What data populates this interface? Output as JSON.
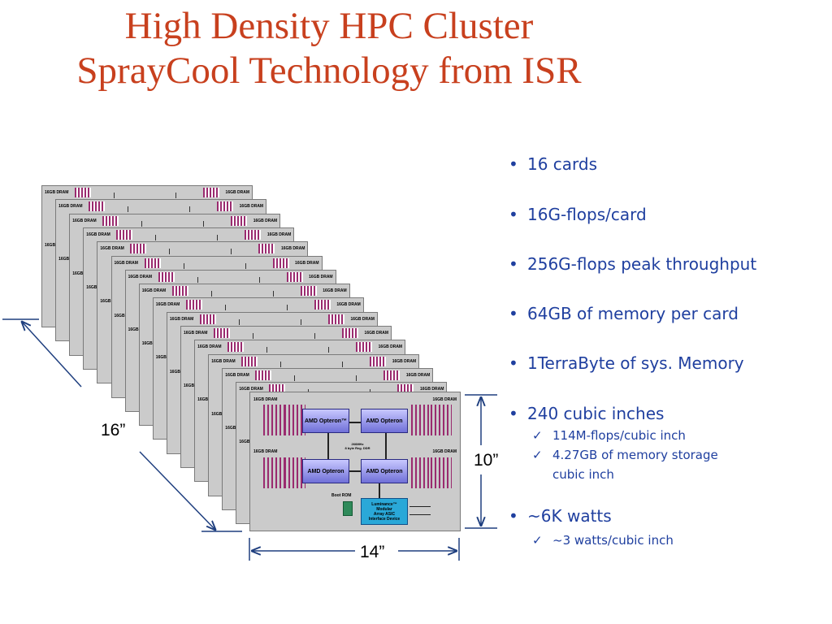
{
  "title": {
    "line1": "High Density HPC Cluster",
    "line2": "SprayCool Technology from ISR"
  },
  "colors": {
    "title": "#c8401e",
    "bullets": "#1f3f9f",
    "card": "#cbcbcb",
    "dimm": "#9a2b6f",
    "asic": "#2aa8d8"
  },
  "diagram": {
    "card_count": 16,
    "dram_label": "16GB DRAM",
    "processors": [
      "AMD Opteron™",
      "AMD Opteron",
      "AMD Opteron",
      "AMD Opteron"
    ],
    "memory_note_1": "266MHz",
    "memory_note_2": "8 byte Reg. DDR",
    "boot_rom": "Boot ROM",
    "asic_lines": [
      "Luminance™",
      "Modular",
      "Array ASIC",
      "Interface Device"
    ],
    "dimensions": {
      "depth": "16”",
      "height": "10”",
      "width": "14”"
    }
  },
  "bullets": [
    {
      "text": "16 cards"
    },
    {
      "text": "16G-flops/card"
    },
    {
      "text": "256G-flops peak throughput"
    },
    {
      "text": "64GB of memory per card"
    },
    {
      "text": "1TerraByte of sys. Memory"
    },
    {
      "text": "240 cubic inches"
    },
    {
      "text": "~6K watts"
    }
  ],
  "sub_bullets": {
    "cubic": [
      "114M-flops/cubic inch",
      "4.27GB of memory storage",
      "cubic inch"
    ],
    "watts": [
      " ~3 watts/cubic inch"
    ]
  },
  "icons": {
    "bullet": "bullet-dot-icon",
    "check": "checkmark-icon"
  }
}
